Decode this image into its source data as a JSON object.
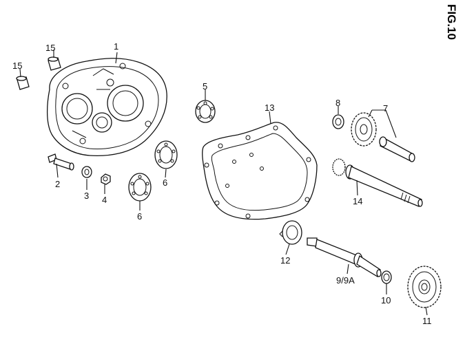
{
  "figure_label": "FIG.10",
  "callouts": {
    "p1": "1",
    "p2": "2",
    "p3": "3",
    "p4": "4",
    "p5": "5",
    "p6a": "6",
    "p6b": "6",
    "p7": "7",
    "p8": "8",
    "p9": "9/9A",
    "p10": "10",
    "p11": "11",
    "p12": "12",
    "p13": "13",
    "p14": "14",
    "p15a": "15",
    "p15b": "15"
  }
}
